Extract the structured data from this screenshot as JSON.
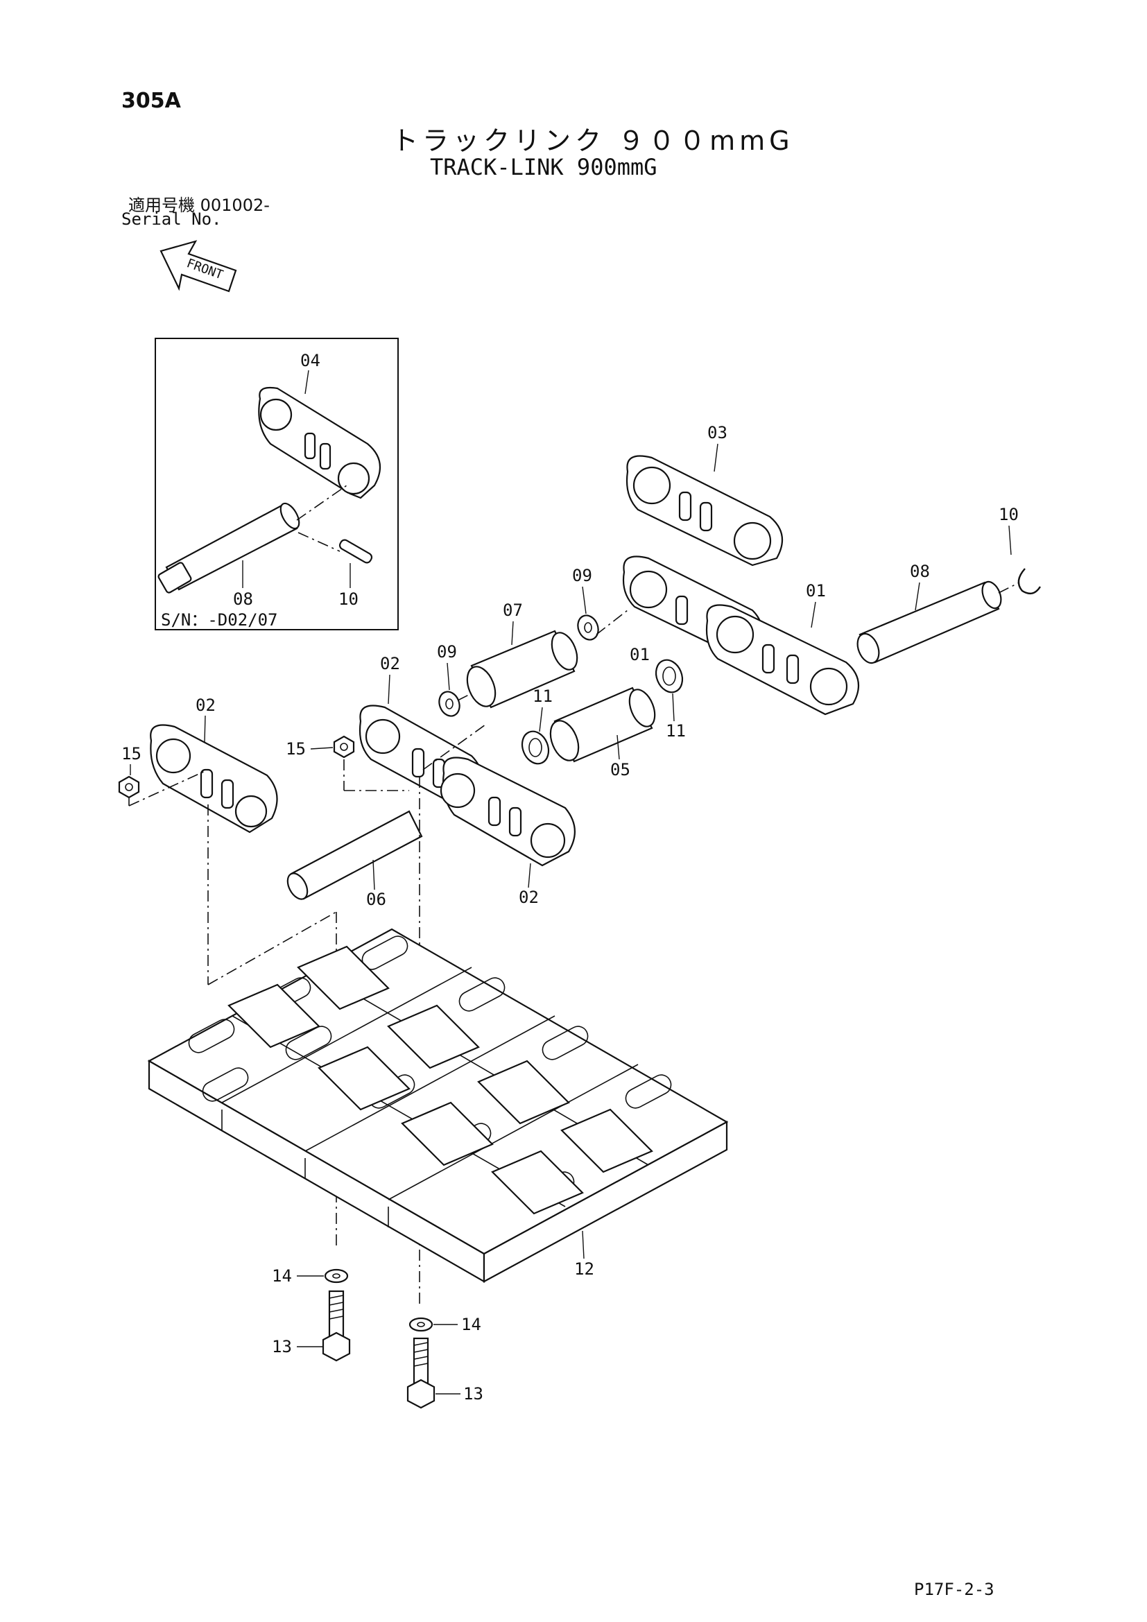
{
  "header": {
    "page_id": "305A",
    "title_jp": "トラックリンク ９００mmG",
    "title_en": "TRACK-LINK 900mmG",
    "serial_jp": "適用号機  001002-",
    "serial_en": "Serial No."
  },
  "front_indicator": {
    "label": "FRONT"
  },
  "inset": {
    "serial_note": "S/N：-D02/07",
    "labels": {
      "p04": "04",
      "p08": "08",
      "p10": "10"
    }
  },
  "callouts": {
    "p01a": "01",
    "p01b": "01",
    "p02a": "02",
    "p02b": "02",
    "p02c": "02",
    "p03": "03",
    "p05": "05",
    "p06": "06",
    "p07": "07",
    "p08": "08",
    "p09a": "09",
    "p09b": "09",
    "p10": "10",
    "p11a": "11",
    "p11b": "11",
    "p12": "12",
    "p13a": "13",
    "p13b": "13",
    "p14a": "14",
    "p14b": "14",
    "p15a": "15",
    "p15b": "15"
  },
  "footer": {
    "code": "P17F-2-3"
  }
}
